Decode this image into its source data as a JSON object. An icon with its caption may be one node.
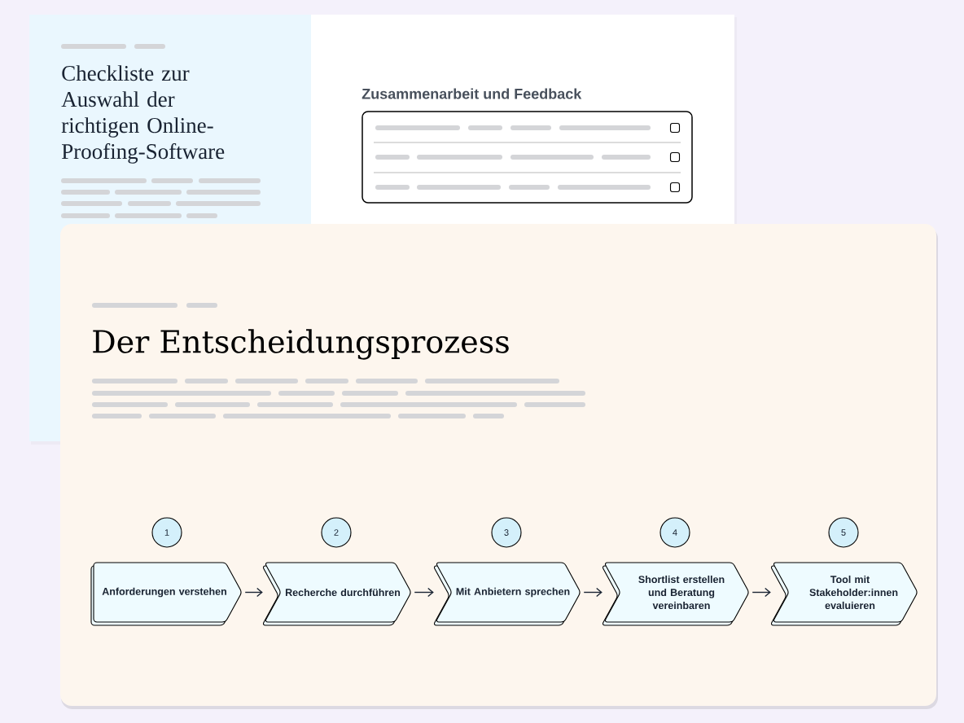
{
  "diagram": {
    "nodes": [
      {
        "text": [
          "1"
        ]
      },
      {
        "text": [
          "2"
        ]
      },
      {
        "text": [
          "3"
        ]
      },
      {
        "text": [
          "4"
        ]
      },
      {
        "text": [
          "5"
        ]
      },
      {
        "text": [
          "Anforderungen verstehen"
        ]
      },
      {
        "text": [
          "Recherche durchführen"
        ]
      },
      {
        "text": [
          "Mit Anbietern sprechen"
        ]
      },
      {
        "text": [
          "Shortlist erstellen und Beratung vereinbaren"
        ]
      },
      {
        "text": [
          "Tool mit Stakeholder:innen evaluieren"
        ]
      }
    ],
    "edges": [
      {
        "from": 5,
        "to": 6,
        "arrow": "to"
      },
      {
        "from": 6,
        "to": 7,
        "arrow": "to"
      },
      {
        "from": 7,
        "to": 8,
        "arrow": "to"
      },
      {
        "from": 8,
        "to": 9,
        "arrow": "to"
      }
    ],
    "labels": [
      "Checkliste zur Auswahl der richtigen Online-Proofing-Software",
      "Zusammenarbeit und Feedback",
      "Der Entscheidungsprozess"
    ]
  }
}
